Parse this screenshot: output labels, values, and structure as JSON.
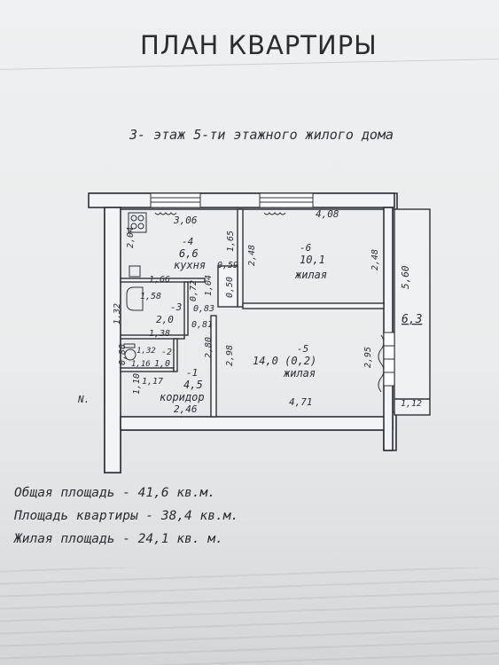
{
  "title": "ПЛАН КВАРТИРЫ",
  "subtitle": "3- этаж 5-ти этажного жилого дома",
  "rooms": {
    "kitchen": {
      "number": "-4",
      "area": "6,6",
      "name": "кухня"
    },
    "living_small": {
      "number": "-6",
      "area": "10,1",
      "name": "жилая"
    },
    "living_big": {
      "number": "-5",
      "area": "14,0 (0,2)",
      "name": "жилая"
    },
    "bath": {
      "number": "-3",
      "area": "2,0"
    },
    "wc": {
      "number": "-2",
      "area": "1,0"
    },
    "corridor": {
      "number": "-1",
      "area": "4,5",
      "name": "коридор"
    },
    "balcony": {
      "area": "6,3"
    }
  },
  "dimensions": {
    "kitchen_width": "3,06",
    "kitchen_left": "2,04",
    "kitchen_right": "1,65",
    "living_small_width": "4,08",
    "living_small_left": "2,48",
    "living_small_right": "2,48",
    "wall_059": "0,59",
    "bath_top": "1,66",
    "bath_width": "1,58",
    "bath_h": "0,72",
    "pass_h": "1,04",
    "pass_050": "0,50",
    "d083": "0,83",
    "d081": "0,81",
    "d138": "1,38",
    "d132": "1,32",
    "wc_width": "1,32",
    "wc_116": "1,16",
    "d080": "0,80",
    "d110": "1,10",
    "d117": "1,17",
    "d280": "2,80",
    "d298": "2,98",
    "corridor_width": "2,46",
    "living_big_width": "4,71",
    "living_big_right": "2,95",
    "balcony_h": "5,60",
    "balcony_w": "1,12"
  },
  "north_mark": "N.",
  "areas": [
    "Общая площадь - 41,6 кв.м.",
    "Площадь квартиры - 38,4 кв.м.",
    "Жилая площадь - 24,1 кв. м."
  ]
}
